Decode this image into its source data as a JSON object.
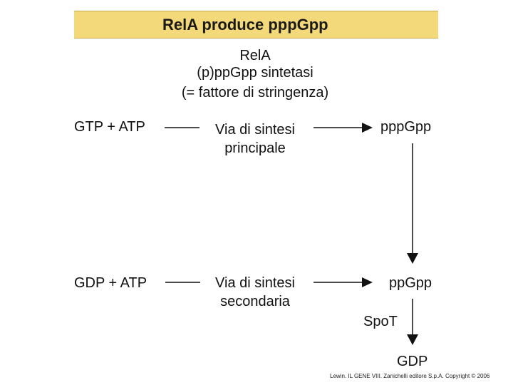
{
  "title": "RelA produce pppGpp",
  "enzyme": {
    "name": "RelA",
    "function": "(p)ppGpp sintetasi",
    "alias": "(= fattore di stringenza)"
  },
  "row1": {
    "substrates": "GTP + ATP",
    "pathway_line1": "Via di sintesi",
    "pathway_line2": "principale",
    "product": "pppGpp"
  },
  "row2": {
    "substrates": "GDP + ATP",
    "pathway_line1": "Via di sintesi",
    "pathway_line2": "secondaria",
    "product": "ppGpp"
  },
  "degradation": {
    "enzyme": "SpoT",
    "product": "GDP"
  },
  "footer": "Lewin. IL GENE VIII. Zanichelli editore S.p.A. Copyright © 2006"
}
